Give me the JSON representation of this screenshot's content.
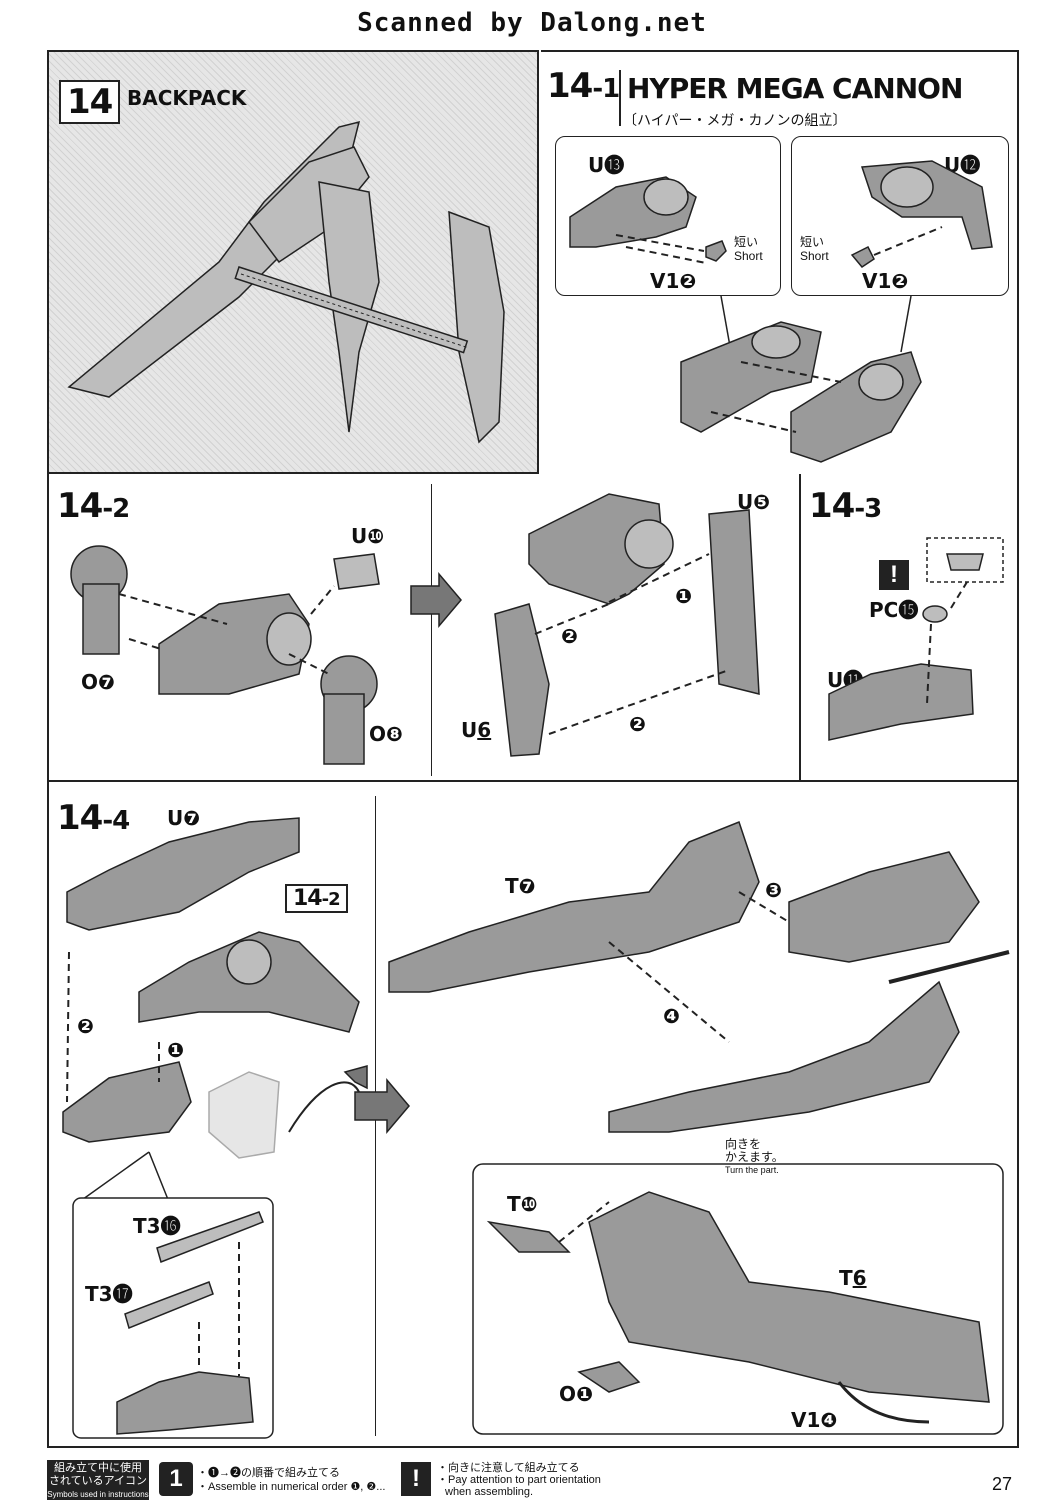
{
  "watermark": "Scanned by Dalong.net",
  "page_number": "27",
  "step14": {
    "number": "14",
    "label": "BACKPACK"
  },
  "step14_1": {
    "number": "14",
    "sub": "-1",
    "title": "HYPER MEGA CANNON",
    "subtitle_jp": "〔ハイパー・メガ・カノンの組立〕",
    "left_callout": {
      "part_top": "U",
      "part_top_num": "⓭",
      "part_bottom": "V1",
      "part_bottom_num": "❷",
      "note_jp": "短い",
      "note_en": "Short"
    },
    "right_callout": {
      "part_top": "U",
      "part_top_num": "⓬",
      "part_bottom": "V1",
      "part_bottom_num": "❷",
      "note_jp": "短い",
      "note_en": "Short"
    }
  },
  "step14_2": {
    "number": "14",
    "sub": "-2",
    "parts": {
      "u10": "U",
      "u10_num": "❿",
      "o7": "O",
      "o7_num": "❼",
      "o8": "O",
      "o8_num": "❽",
      "u5": "U",
      "u5_num": "❺",
      "u6": "U",
      "u6_num": "6"
    },
    "order": [
      "❶",
      "❷",
      "❷"
    ]
  },
  "step14_3": {
    "number": "14",
    "sub": "-3",
    "warn": "!",
    "pc": "PC",
    "pc_num": "⓯",
    "u11": "U",
    "u11_num": "⓫"
  },
  "step14_4": {
    "number": "14",
    "sub": "-4",
    "ref": {
      "number": "14",
      "sub": "-2"
    },
    "parts": {
      "u7": "U",
      "u7_num": "❼",
      "t7": "T",
      "t7_num": "❼",
      "t3_16": "T3",
      "t3_16_num": "⓰",
      "t3_17": "T3",
      "t3_17_num": "⓱",
      "t10": "T",
      "t10_num": "❿",
      "t6": "T",
      "t6_num": "6",
      "o1": "O",
      "o1_num": "❶",
      "v1_4": "V1",
      "v1_4_num": "❹"
    },
    "order": [
      "❶",
      "❷",
      "❸",
      "❹"
    ],
    "turn_jp1": "向きを",
    "turn_jp2": "かえます。",
    "turn_en": "Turn the part."
  },
  "legend": {
    "title_jp1": "組み立て中に使用",
    "title_jp2": "されているアイコン",
    "title_en": "Symbols used in instructions",
    "icon1": "1",
    "icon1_jp": "・❶→❷の順番で組み立てる",
    "icon1_en": "・Assemble in numerical order ❶, ❷...",
    "icon2": "!",
    "icon2_jp": "・向きに注意して組み立てる",
    "icon2_en1": "・Pay attention to part orientation",
    "icon2_en2": "when assembling."
  }
}
